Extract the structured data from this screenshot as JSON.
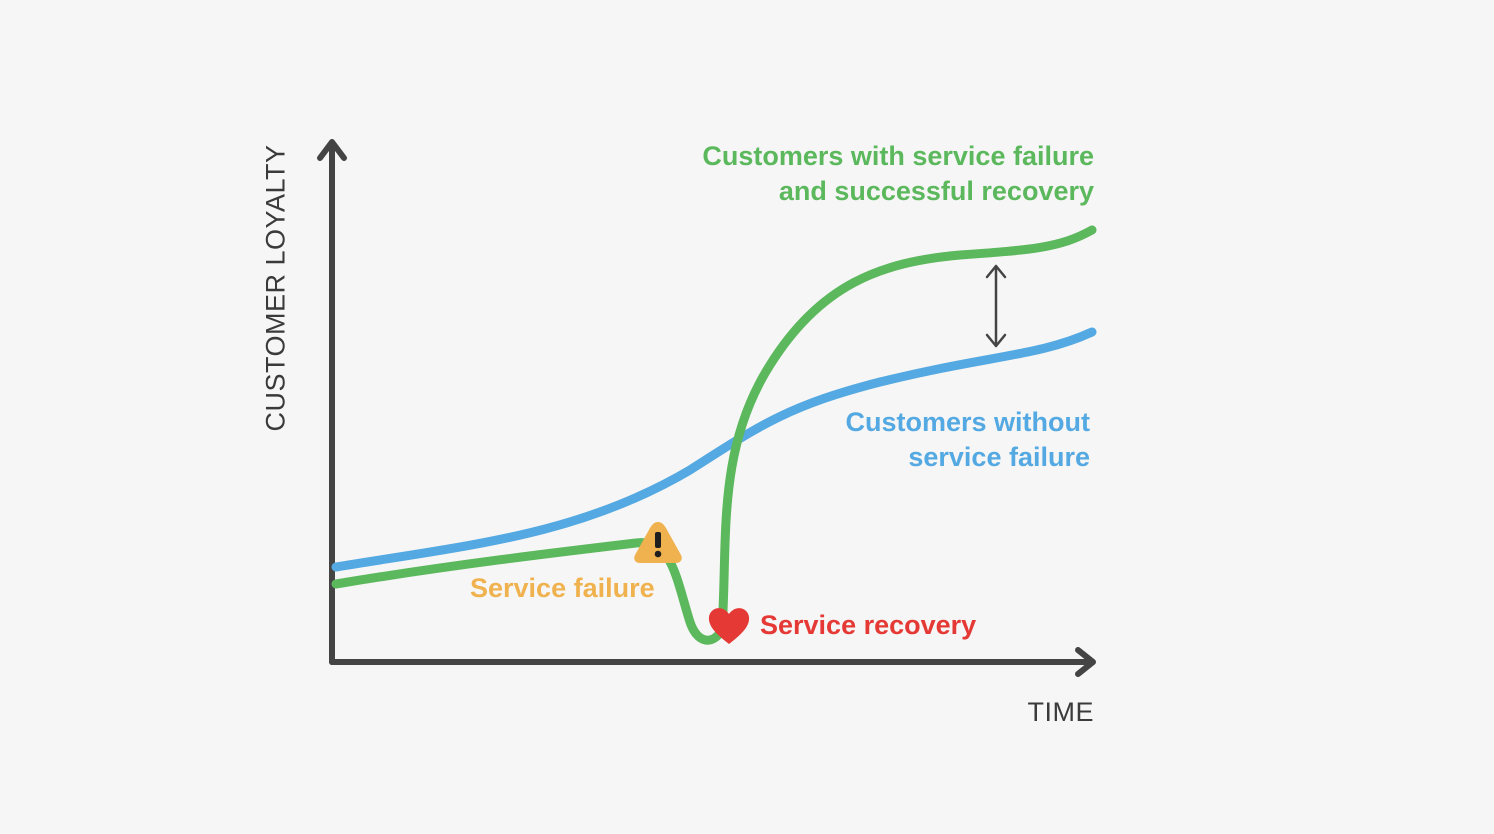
{
  "axes": {
    "y_label": "CUSTOMER LOYALTY",
    "x_label": "TIME"
  },
  "labels": {
    "recovery_line_1": "Customers with service failure",
    "recovery_line_2": "and successful recovery",
    "baseline_line_1": "Customers without",
    "baseline_line_2": "service failure",
    "failure": "Service failure",
    "recovery": "Service recovery"
  },
  "icons": {
    "failure_marker": "warning-triangle-icon",
    "recovery_marker": "heart-icon",
    "difference_marker": "double-headed-arrow-icon"
  },
  "colors": {
    "recovery_curve": "#5cb85c",
    "baseline_curve": "#54a9e2",
    "failure": "#f0b24e",
    "recovery": "#e53935",
    "axis": "#444444"
  }
}
